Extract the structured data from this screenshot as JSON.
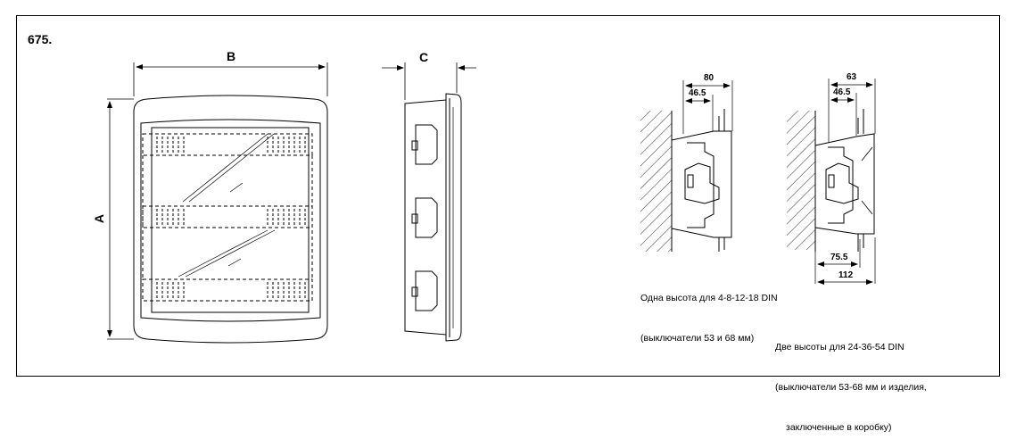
{
  "figure": {
    "number": "675.",
    "dimensions": {
      "a": "A",
      "b": "B",
      "c": "C"
    },
    "detail_1": {
      "dim_total": "80",
      "dim_inner": "46.5",
      "caption_line1": "Одна высота для 4-8-12-18 DIN",
      "caption_line2": "(выключатели 53 и 68 мм)"
    },
    "detail_2": {
      "dim_total": "63",
      "dim_inner": "46.5",
      "dim_bottom_1": "75.5",
      "dim_bottom_2": "112",
      "caption_line1": "Две высоты для 24-36-54 DIN",
      "caption_line2": "(выключатели 53-68 мм и изделия,",
      "caption_line3": "заключенные в коробку)"
    }
  },
  "colors": {
    "line": "#000000",
    "background": "#ffffff"
  }
}
